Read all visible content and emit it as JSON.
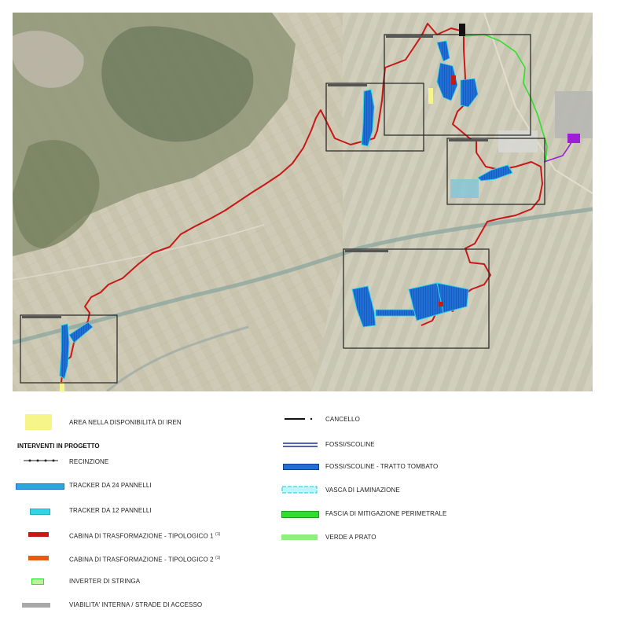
{
  "colors": {
    "boundary": "#c91818",
    "blue_fill": "#1f6fd6",
    "cyan": "#2fd6e6",
    "green_line": "#2ee02e",
    "purple": "#9b1fd6",
    "iren_area": "#f6f58a",
    "frame": "#222222"
  },
  "legend": {
    "area_iren": "AREA NELLA DISPONIBILITÀ DI IREN",
    "header": "INTERVENTI IN PROGETTO",
    "recinzione": "RECINZIONE",
    "tracker24": "TRACKER DA 24 PANNELLI",
    "tracker12": "TRACKER DA 12 PANNELLI",
    "cabina1": "CABINA DI TRASFORMAZIONE - TIPOLOGICO 1",
    "cabina1_note": "(1)",
    "cabina2": "CABINA DI TRASFORMAZIONE - TIPOLOGICO 2",
    "cabina2_note": "(1)",
    "inverter": "INVERTER DI STRINGA",
    "viabilita": "VIABILITA' INTERNA / STRADE DI ACCESSO",
    "cancello": "CANCELLO",
    "fossi": "FOSSI/SCOLINE",
    "fossi_tombato": "FOSSI/SCOLINE - TRATTO TOMBATO",
    "vasca": "VASCA DI LAMINAZIONE",
    "fascia": "FASCIA DI MITIGAZIONE PERIMETRALE",
    "verde": "VERDE A PRATO"
  }
}
